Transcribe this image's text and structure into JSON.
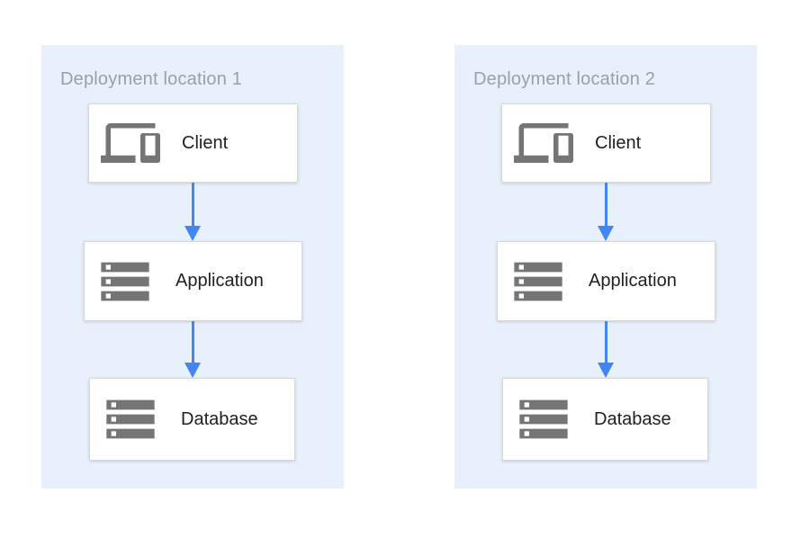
{
  "diagram": {
    "description": "Two-location deployment architecture diagram",
    "colors": {
      "panel_background": "#E7F0FB",
      "arrow_blue": "#4285F4",
      "icon_gray": "#757575",
      "title_gray": "#9AA0A6",
      "label_text": "#212121",
      "node_border": "#D8D8D8",
      "page_background": "#FFFFFF"
    },
    "locations": [
      {
        "title": "Deployment location 1",
        "nodes": [
          {
            "label": "Client",
            "icon": "devices-icon"
          },
          {
            "label": "Application",
            "icon": "storage-icon"
          },
          {
            "label": "Database",
            "icon": "storage-icon"
          }
        ],
        "connectors": [
          {
            "from": "Client",
            "to": "Application",
            "type": "down-arrow"
          },
          {
            "from": "Application",
            "to": "Database",
            "type": "down-arrow"
          }
        ]
      },
      {
        "title": "Deployment location 2",
        "nodes": [
          {
            "label": "Client",
            "icon": "devices-icon"
          },
          {
            "label": "Application",
            "icon": "storage-icon"
          },
          {
            "label": "Database",
            "icon": "storage-icon"
          }
        ],
        "connectors": [
          {
            "from": "Client",
            "to": "Application",
            "type": "down-arrow"
          },
          {
            "from": "Application",
            "to": "Database",
            "type": "down-arrow"
          }
        ]
      }
    ]
  }
}
